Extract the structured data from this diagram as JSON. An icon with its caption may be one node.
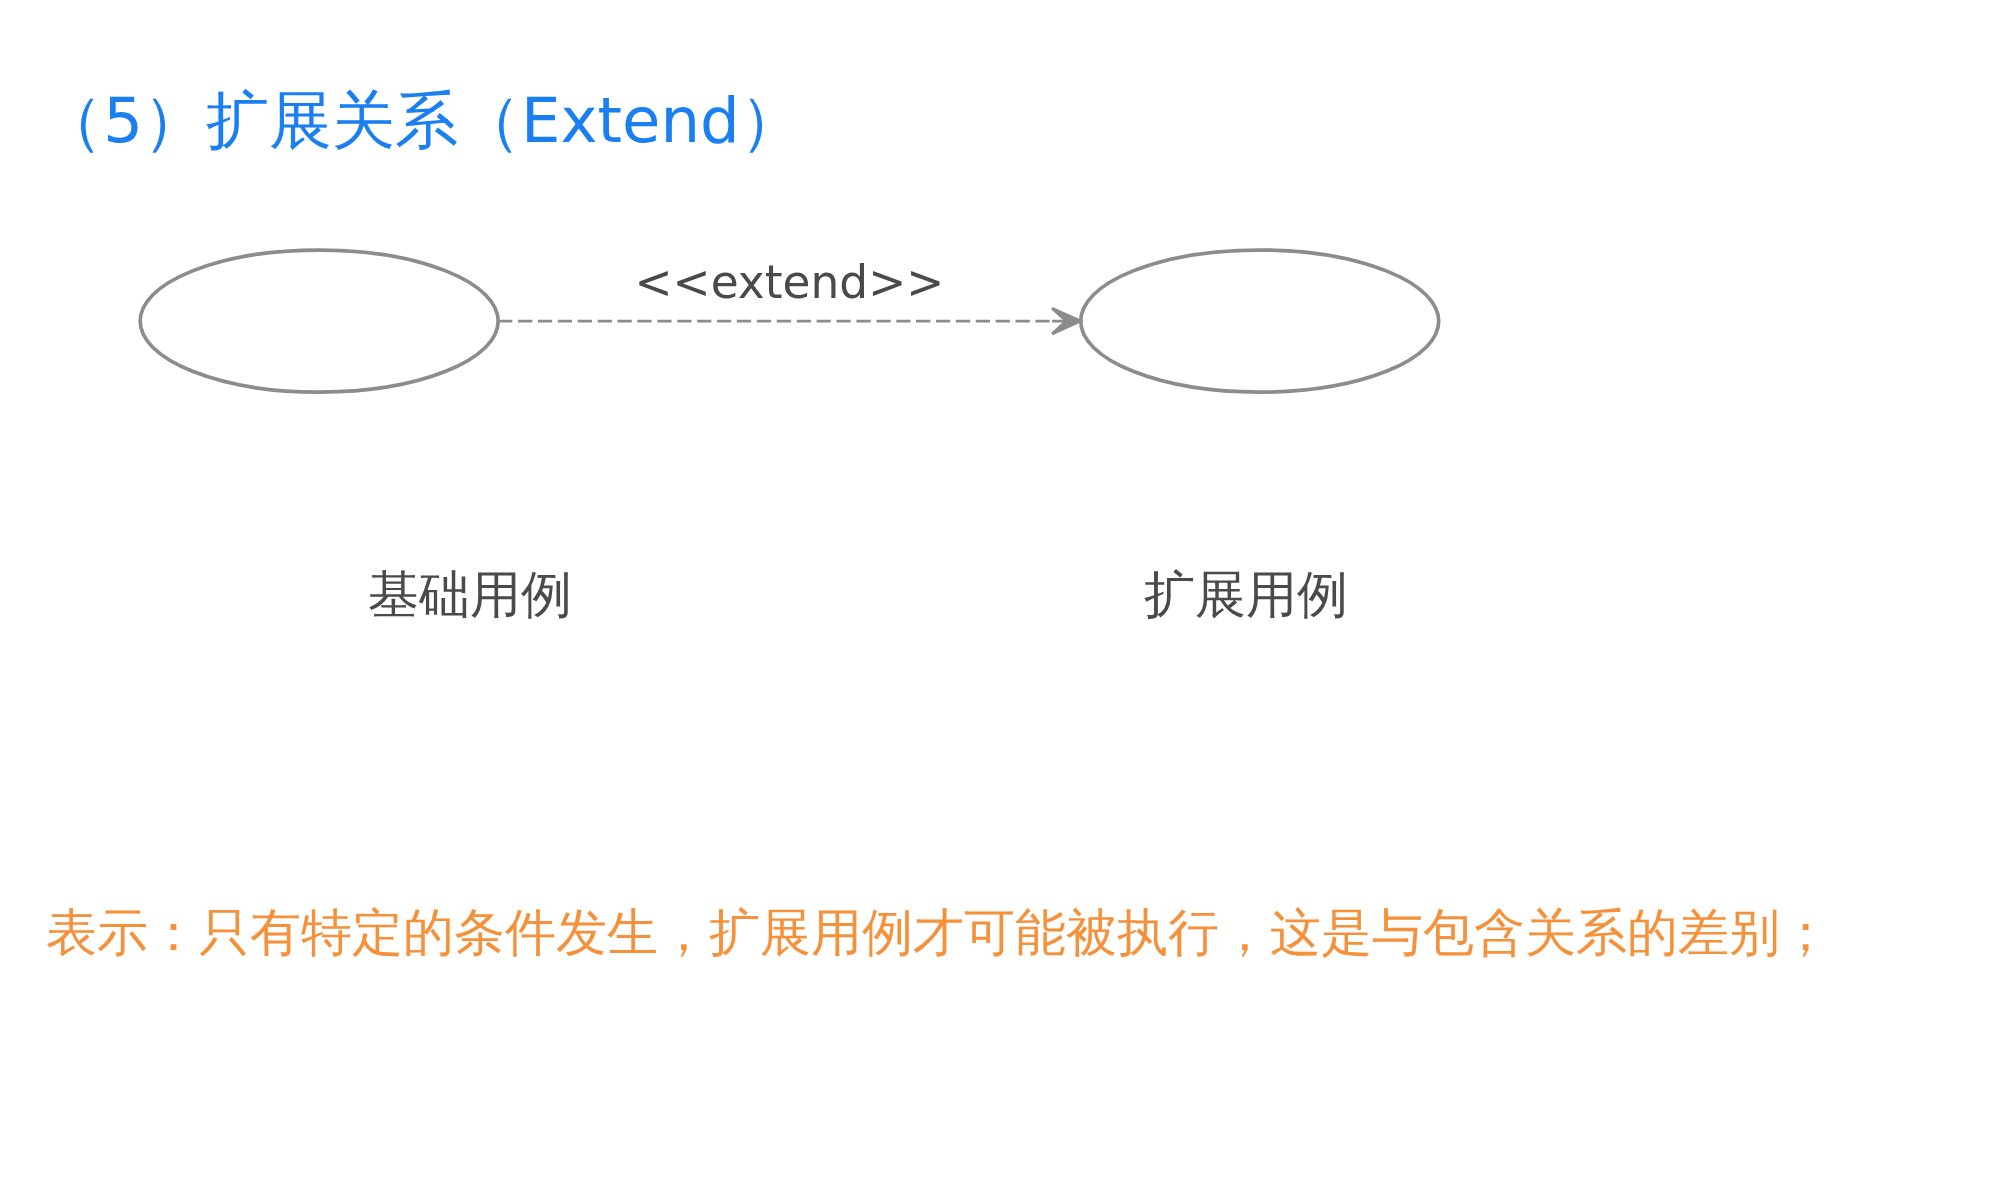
{
  "diagram": {
    "title": "（5）扩展关系（Extend）",
    "nodes": [
      {
        "text": [],
        "shape": "ellipse",
        "beside": [
          "基础用例"
        ]
      },
      {
        "text": [],
        "shape": "ellipse",
        "beside": [
          "扩展用例"
        ]
      }
    ],
    "edges": [
      {
        "from": 0,
        "to": 1,
        "arrow": "to",
        "label": "<<extend>>",
        "style": "dashed"
      }
    ],
    "labels": [
      "表示：只有特定的条件发生，扩展用例才可能被执行，这是与包含关系的差别；"
    ]
  }
}
